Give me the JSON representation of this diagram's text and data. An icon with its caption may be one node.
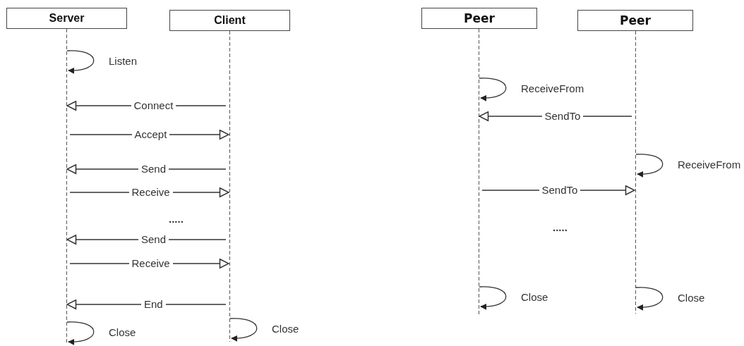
{
  "diagram": {
    "nodes": [
      {
        "text": [
          "Server"
        ]
      },
      {
        "text": [
          "Client"
        ]
      },
      {
        "text": [
          "Peer"
        ]
      },
      {
        "text": [
          "Peer"
        ]
      }
    ],
    "edges": [
      {
        "from": 0,
        "to": 0,
        "arrow": "to",
        "label": "Listen"
      },
      {
        "from": 1,
        "to": 0,
        "arrow": "to",
        "label": "Connect"
      },
      {
        "from": 0,
        "to": 1,
        "arrow": "to",
        "label": "Accept"
      },
      {
        "from": 1,
        "to": 0,
        "arrow": "to",
        "label": "Send"
      },
      {
        "from": 0,
        "to": 1,
        "arrow": "to",
        "label": "Receive"
      },
      {
        "from": 1,
        "to": 0,
        "arrow": "to",
        "label": "Send"
      },
      {
        "from": 0,
        "to": 1,
        "arrow": "to",
        "label": "Receive"
      },
      {
        "from": 1,
        "to": 0,
        "arrow": "to",
        "label": "End"
      },
      {
        "from": 0,
        "to": 0,
        "arrow": "to",
        "label": "Close"
      },
      {
        "from": 1,
        "to": 1,
        "arrow": "to",
        "label": "Close"
      },
      {
        "from": 2,
        "to": 2,
        "arrow": "to",
        "label": "ReceiveFrom"
      },
      {
        "from": 3,
        "to": 2,
        "arrow": "to",
        "label": "SendTo"
      },
      {
        "from": 3,
        "to": 3,
        "arrow": "to",
        "label": "ReceiveFrom"
      },
      {
        "from": 2,
        "to": 3,
        "arrow": "to",
        "label": "SendTo"
      },
      {
        "from": 2,
        "to": 2,
        "arrow": "to",
        "label": "Close"
      },
      {
        "from": 3,
        "to": 3,
        "arrow": "to",
        "label": "Close"
      }
    ],
    "labels": [
      ".....",
      "....."
    ]
  }
}
